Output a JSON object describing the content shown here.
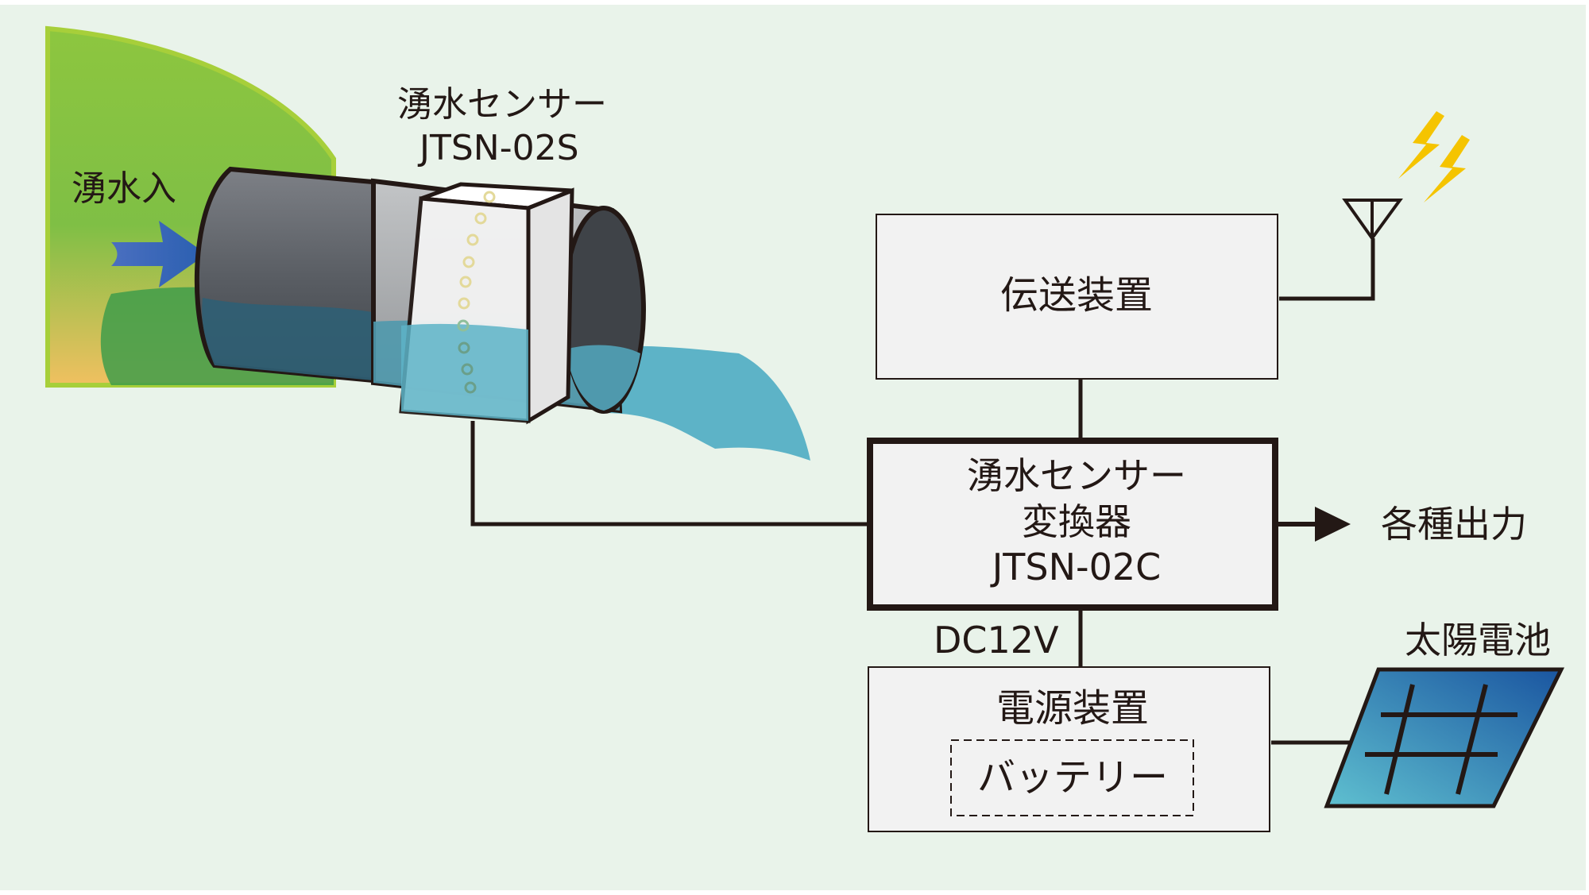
{
  "labels": {
    "inflow": "湧水入",
    "sensor_name": "湧水センサー",
    "sensor_model": "JTSN-02S",
    "transmitter": "伝送装置",
    "converter_line1": "湧水センサー",
    "converter_line2": "変換器",
    "converter_line3": "JTSN-02C",
    "outputs": "各種出力",
    "voltage": "DC12V",
    "power_supply": "電源装置",
    "battery": "バッテリー",
    "solar_panel": "太陽電池"
  },
  "colors": {
    "background": "#e9f3ea",
    "frame": "#ffffff",
    "hill": "#6cb33f",
    "hill_light": "#a7cf3a",
    "hill_warm": "#f0c060",
    "water": "#5db3c7",
    "pipe_dark": "#555a60",
    "pipe_light": "#a9abae",
    "sensor_band": "#f3f3f3",
    "box_fill": "#f2f2f2",
    "line": "#231815",
    "lightning": "#f5c400",
    "solar_dark": "#1d5fa0",
    "solar_light": "#4fb0c8",
    "arrow_blue": "#2a5fb0"
  },
  "icons": {
    "antenna": "antenna-icon",
    "lightning": "lightning-icon",
    "solar": "solar-panel-icon",
    "arrow": "arrow-right-icon"
  }
}
